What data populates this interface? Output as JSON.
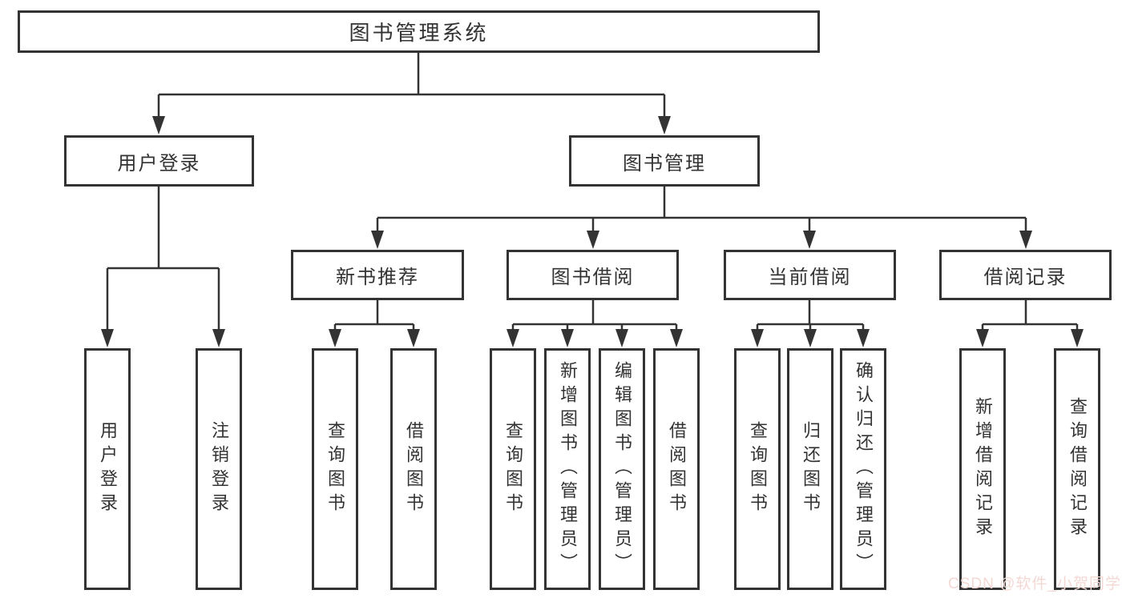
{
  "meta": {
    "colors": {
      "line": "#333333",
      "border": "#333333",
      "text": "#333333",
      "background": "#ffffff",
      "watermark_text": "#f3d8d4"
    }
  },
  "tree": {
    "root": {
      "label": "图书管理系统"
    },
    "level2": [
      {
        "label": "用户登录",
        "leaves": [
          {
            "label": "用户登录"
          },
          {
            "label": "注销登录"
          }
        ]
      },
      {
        "label": "图书管理",
        "groups": [
          {
            "label": "新书推荐",
            "leaves": [
              {
                "label": "查询图书"
              },
              {
                "label": "借阅图书"
              }
            ]
          },
          {
            "label": "图书借阅",
            "leaves": [
              {
                "label": "查询图书"
              },
              {
                "label": "新增图书（管理员）"
              },
              {
                "label": "编辑图书（管理员）"
              },
              {
                "label": "借阅图书"
              }
            ]
          },
          {
            "label": "当前借阅",
            "leaves": [
              {
                "label": "查询图书"
              },
              {
                "label": "归还图书"
              },
              {
                "label": "确认归还（管理员）"
              }
            ]
          },
          {
            "label": "借阅记录",
            "leaves": [
              {
                "label": "新增借阅记录"
              },
              {
                "label": "查询借阅记录"
              }
            ]
          }
        ]
      }
    ]
  },
  "watermark": {
    "text": "CSDN @软件_小贺同学"
  }
}
